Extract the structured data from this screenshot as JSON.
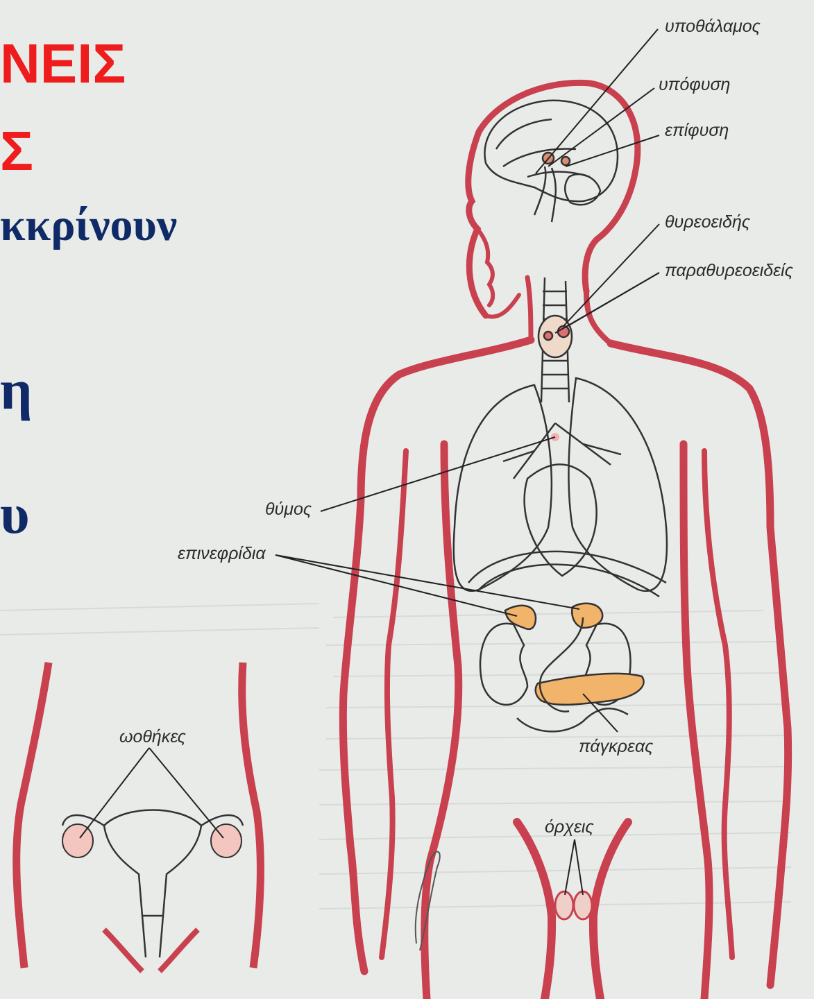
{
  "left_text": {
    "line1": "ΝΕΙΣ",
    "line2": "Σ",
    "line3": "κκρίνουν",
    "line4": "η",
    "line5": "υ"
  },
  "labels": {
    "hypothalamus": "υποθάλαμος",
    "pituitary": "υπόφυση",
    "pineal": "επίφυση",
    "thyroid": "θυρεοειδής",
    "parathyroid": "παραθυρεοειδείς",
    "thymus": "θύμος",
    "adrenals": "επινεφρίδια",
    "pancreas": "πάγκρεας",
    "ovaries": "ωοθήκες",
    "testes": "όρχεις"
  },
  "colors": {
    "background": "#e9ebe8",
    "heading_red": "#ee1c1c",
    "heading_navy": "#0f2a66",
    "body_outline": "#c9404f",
    "gland_fill": "#f2b36b",
    "leader_line": "#222222"
  }
}
